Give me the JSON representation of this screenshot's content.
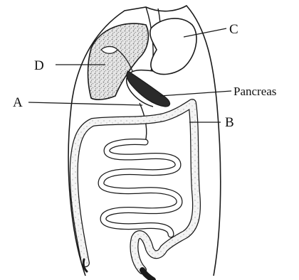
{
  "labels": {
    "a": "A",
    "b": "B",
    "c": "C",
    "d": "D",
    "pancreas": "Pancreas"
  },
  "colors": {
    "ink": "#1a1a1a",
    "liver_speckle": "#8a8a8a",
    "background": "#ffffff"
  }
}
